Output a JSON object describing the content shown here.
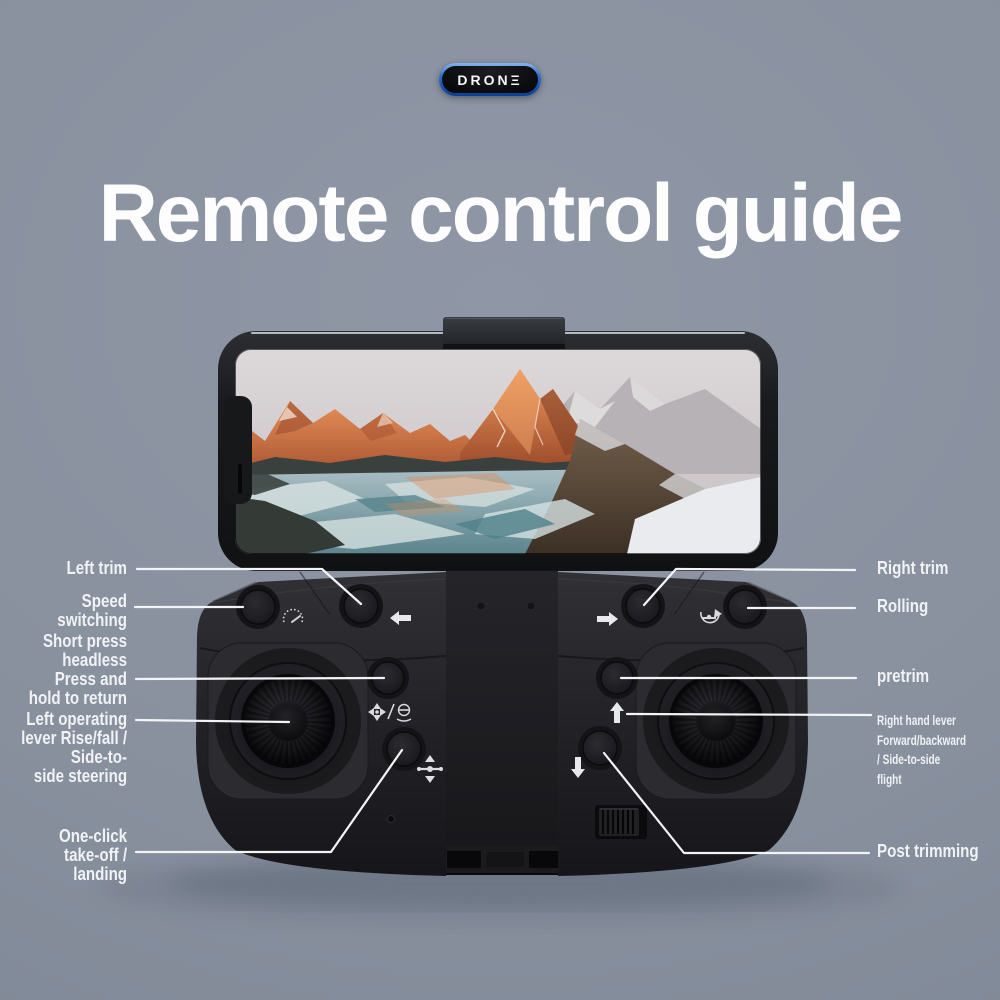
{
  "page": {
    "title": "Remote control guide",
    "background": "#8a92a1"
  },
  "logo": {
    "text": "DRONΞ",
    "ring_color": "#2f6fce",
    "body_color": "#0b0c0e",
    "text_color": "#f4f7fb"
  },
  "annotations": {
    "left": [
      {
        "id": "left-trim",
        "label": "Left trim"
      },
      {
        "id": "speed-switch",
        "label": "Speed\nswitching"
      },
      {
        "id": "headless-return",
        "label": "Short press\nheadless\nPress and\nhold to return"
      },
      {
        "id": "left-stick",
        "label": "Left operating\nlever Rise/fall /\nSide-to-\nside steering"
      },
      {
        "id": "one-click",
        "label": "One-click\ntake-off /\nlanding"
      }
    ],
    "right": [
      {
        "id": "right-trim",
        "label": "Right trim"
      },
      {
        "id": "rolling",
        "label": "Rolling"
      },
      {
        "id": "pretrim",
        "label": "pretrim"
      },
      {
        "id": "right-stick",
        "label": "Right hand lever\nForward/backward\n/ Side-to-side flight"
      },
      {
        "id": "post-trim",
        "label": "Post trimming"
      }
    ]
  },
  "controller": {
    "body_color": "#232327",
    "buttons": [
      "speed-switch-button",
      "left-trim-button",
      "headless-return-button",
      "one-key-takeoff-button",
      "right-trim-button",
      "roll-button",
      "pretrim-button",
      "down-trim-button",
      "left-joystick",
      "right-joystick",
      "post-trim-slider"
    ],
    "icons": [
      "speedometer-icon",
      "left-arrow-icon",
      "headless-return-icon",
      "one-key-takeoff-icon",
      "right-arrow-icon",
      "roll-icon",
      "up-arrow-icon",
      "down-arrow-icon"
    ]
  },
  "phone": {
    "screen": "sunset-mountain-lake-scene"
  },
  "colors": {
    "label_text": "#f0f2f5",
    "annotation_line": "#f3f4f6",
    "title_text": "#fdfdfe",
    "controller_body": "#232327",
    "screen_sky": "#d9d3d5",
    "screen_mountain_orange": "#d97a45",
    "screen_lake": "#6d949c"
  }
}
